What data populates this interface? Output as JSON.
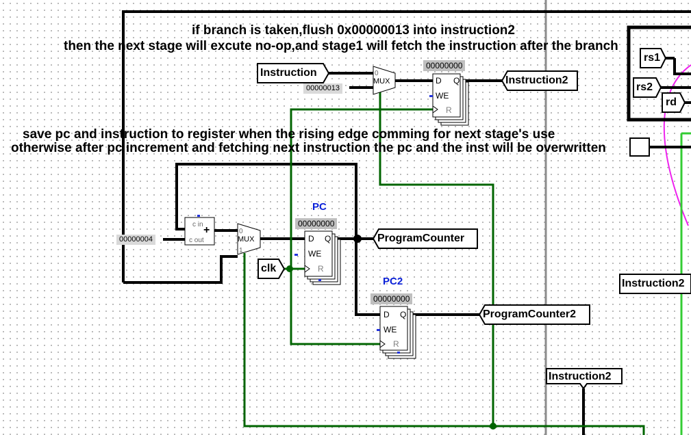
{
  "notes": {
    "branch_line1": "if branch is taken,flush 0x00000013 into instruction2",
    "branch_line2": "then the next stage will excute no-op,and stage1 will fetch the instruction after the branch",
    "save_line1": "save pc and instruction to register when the rising edge comming for next stage's use",
    "save_line2": "otherwise after pc increment and fetching next instruction the pc and the inst will be overwritten"
  },
  "tunnels": {
    "instruction_in": "Instruction",
    "instruction2_out": "Instruction2",
    "program_counter": "ProgramCounter",
    "program_counter2": "ProgramCounter2",
    "clk": "clk",
    "instruction2_bottom": "Instruction2",
    "instruction2_right": "Instruction2",
    "rs1": "rs1",
    "rs2": "rs2",
    "rd": "rd"
  },
  "constants": {
    "nop": "00000013",
    "pc_increment": "00000004"
  },
  "registers": {
    "inst_reg_value": "00000000",
    "pc": {
      "title": "PC",
      "value": "00000000"
    },
    "pc2": {
      "title": "PC2",
      "value": "00000000"
    }
  },
  "pins": {
    "d": "D",
    "q": "Q",
    "we": "WE",
    "r": "R",
    "mux": "MUX",
    "sel0": "0",
    "sel1": "1",
    "adder_cin": "c in",
    "adder_cout": "c out",
    "adder_plus": "+"
  },
  "colors": {
    "wire": "#000000",
    "green_wire": "#006400",
    "bright_green": "#33cc33",
    "magenta": "#ee22ee",
    "register_title": "#0a20d8",
    "constant_bg": "#d9d9d9",
    "register_value_bg": "#bfbfbf",
    "pin_blue": "#2233dd"
  }
}
